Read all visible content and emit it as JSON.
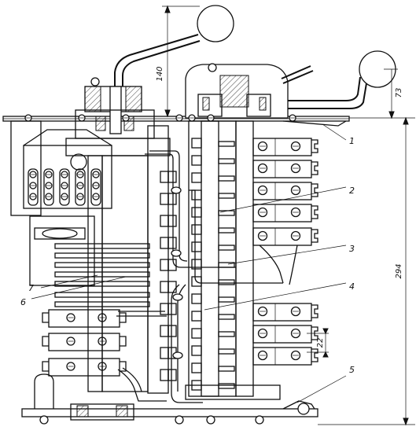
{
  "callouts": [
    {
      "id": "1",
      "text": "1"
    },
    {
      "id": "2",
      "text": "2"
    },
    {
      "id": "3",
      "text": "3"
    },
    {
      "id": "4",
      "text": "4"
    },
    {
      "id": "5",
      "text": "5"
    },
    {
      "id": "6",
      "text": "6"
    },
    {
      "id": "7",
      "text": "7"
    }
  ],
  "dimensions": {
    "handle_height": "140",
    "knob_offset": "73",
    "total_height": "294",
    "terminal_pitch": "22"
  }
}
